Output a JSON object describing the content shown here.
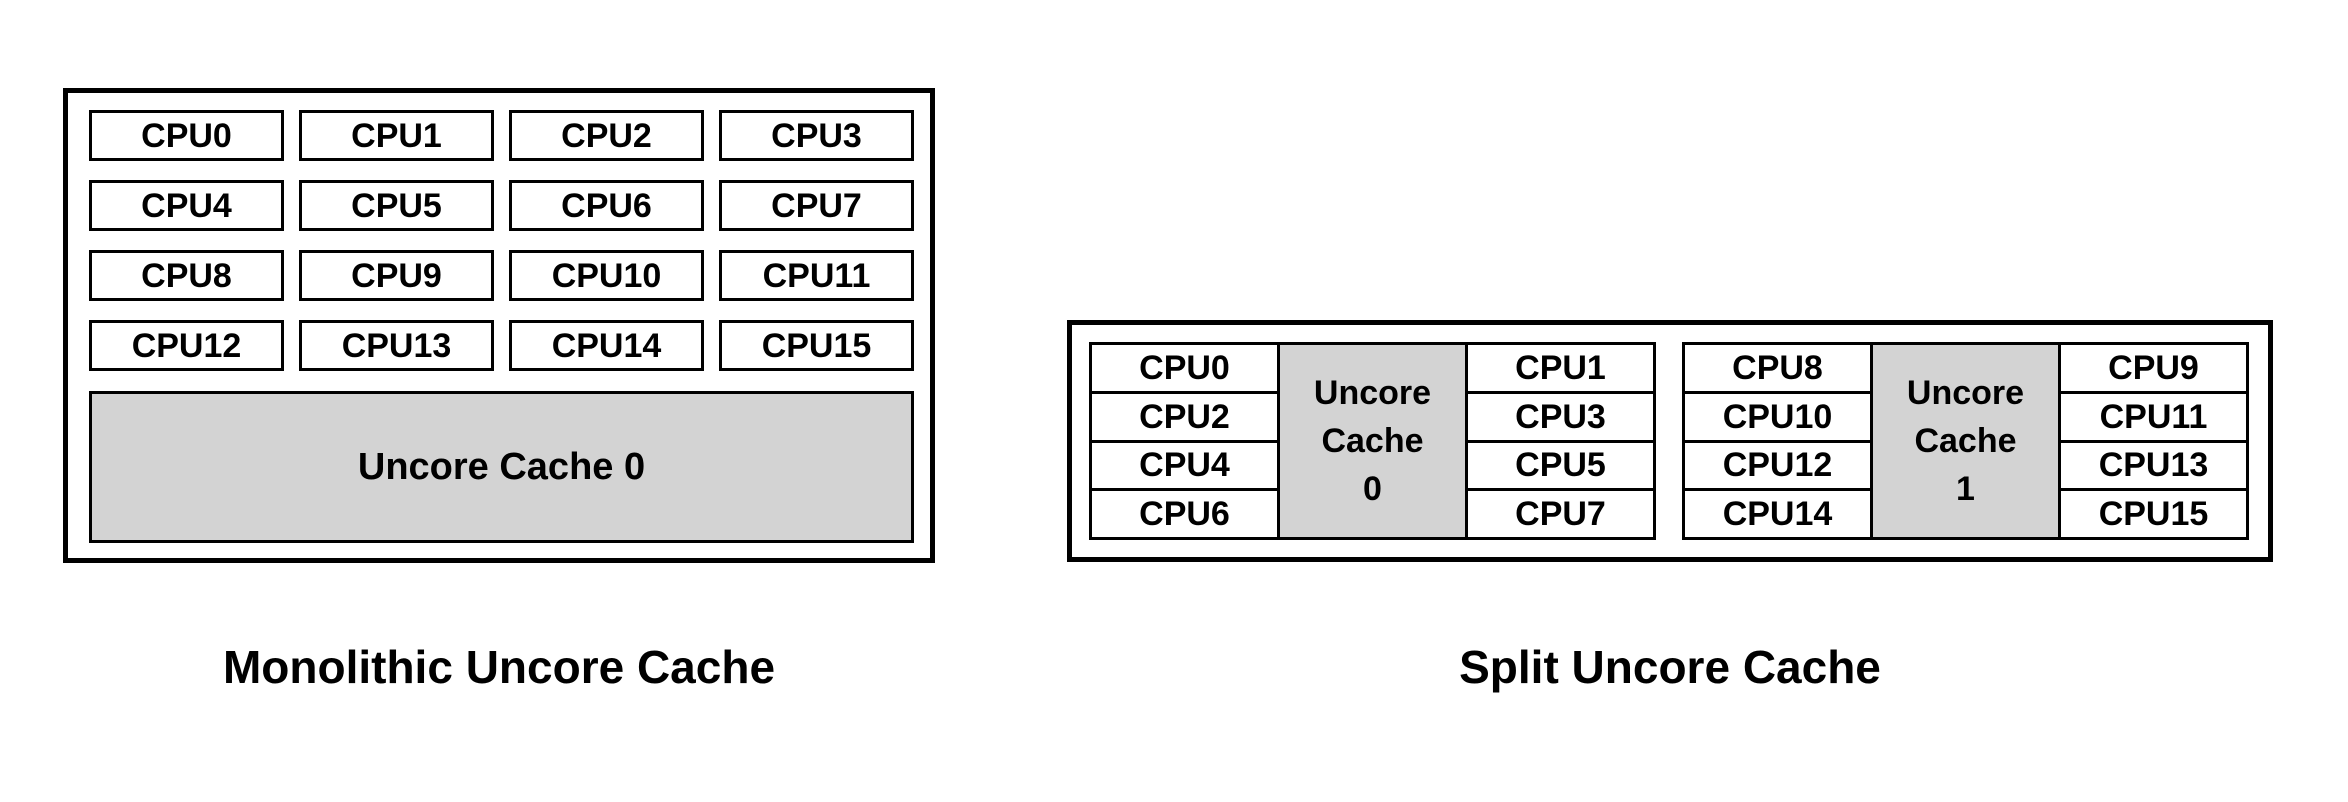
{
  "colors": {
    "background": "#ffffff",
    "border": "#000000",
    "text": "#000000",
    "cache_fill": "#d3d3d3"
  },
  "monolithic": {
    "caption": "Monolithic Uncore Cache",
    "cpus": [
      "CPU0",
      "CPU1",
      "CPU2",
      "CPU3",
      "CPU4",
      "CPU5",
      "CPU6",
      "CPU7",
      "CPU8",
      "CPU9",
      "CPU10",
      "CPU11",
      "CPU12",
      "CPU13",
      "CPU14",
      "CPU15"
    ],
    "cache_label": "Uncore Cache 0"
  },
  "split": {
    "caption": "Split Uncore Cache",
    "clusters": [
      {
        "left_cpus": [
          "CPU0",
          "CPU2",
          "CPU4",
          "CPU6"
        ],
        "cache_label": "Uncore\nCache\n0",
        "right_cpus": [
          "CPU1",
          "CPU3",
          "CPU5",
          "CPU7"
        ]
      },
      {
        "left_cpus": [
          "CPU8",
          "CPU10",
          "CPU12",
          "CPU14"
        ],
        "cache_label": "Uncore\nCache\n1",
        "right_cpus": [
          "CPU9",
          "CPU11",
          "CPU13",
          "CPU15"
        ]
      }
    ]
  }
}
